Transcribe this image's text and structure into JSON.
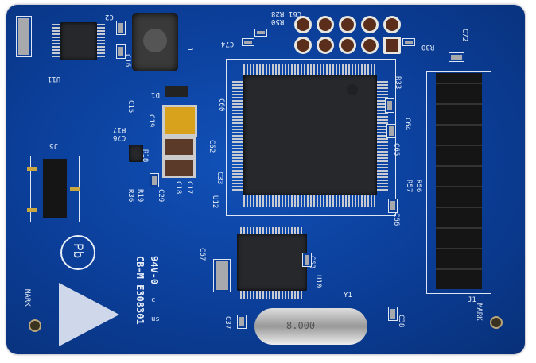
{
  "board": {
    "color": "#0b3e98",
    "silkscreen_color": "#e8eef8"
  },
  "labels": {
    "c2": "C2",
    "l1": "L1",
    "c16": "C16",
    "u11": "U11",
    "c74": "C74",
    "r50": "R50",
    "r28": "R28",
    "c61": "C61",
    "r30": "R30",
    "c72": "C72",
    "r33": "R33",
    "d1": "D1",
    "c15": "C15",
    "c19": "C19",
    "c60": "C60",
    "c62": "C62",
    "r17": "R17",
    "c76": "C76",
    "r18": "R18",
    "r19": "R19",
    "r36": "R36",
    "c29": "C29",
    "c18": "C18",
    "c17": "C17",
    "c33": "C33",
    "u12": "U12",
    "c64": "C64",
    "c65": "C65",
    "r56": "R56",
    "r57": "R57",
    "c66": "C66",
    "j5": "J5",
    "c67": "C67",
    "c63": "C63",
    "u10": "U10",
    "y1": "Y1",
    "c37": "C37",
    "c38": "C38",
    "j1": "J1",
    "mark_left": "MARK",
    "mark_right": "MARK",
    "rating": "94V-0",
    "cert": "CB-M E308301",
    "ul_c": "c",
    "ul_us": "us",
    "pb": "Pb",
    "crystal": "8.000"
  }
}
